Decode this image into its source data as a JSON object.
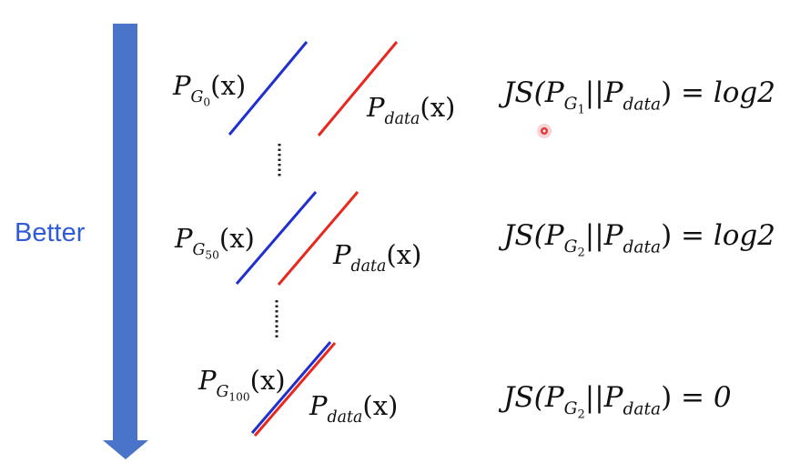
{
  "arrow_label": "Better",
  "stages": [
    {
      "generator_label": {
        "P": "P",
        "G": "G",
        "sub": "0",
        "arg": "(x)"
      },
      "data_label": {
        "P": "P",
        "sub": "data",
        "arg": "(x)"
      },
      "divergence": {
        "prefix": "JS(",
        "P1": "P",
        "G": "G",
        "sub": "1",
        "sep": "||",
        "P2": "P",
        "data": "data",
        "suffix": ") = ",
        "value": "log2"
      }
    },
    {
      "generator_label": {
        "P": "P",
        "G": "G",
        "sub": "50",
        "arg": "(x)"
      },
      "data_label": {
        "P": "P",
        "sub": "data",
        "arg": "(x)"
      },
      "divergence": {
        "prefix": "JS(",
        "P1": "P",
        "G": "G",
        "sub": "2",
        "sep": "||",
        "P2": "P",
        "data": "data",
        "suffix": ") = ",
        "value": "log2"
      }
    },
    {
      "generator_label": {
        "P": "P",
        "G": "G",
        "sub": "100",
        "arg": "(x)"
      },
      "data_label": {
        "P": "P",
        "sub": "data",
        "arg": "(x)"
      },
      "divergence": {
        "prefix": "JS(",
        "P1": "P",
        "G": "G",
        "sub": "2",
        "sep": "||",
        "P2": "P",
        "data": "data",
        "suffix": ") = ",
        "value": "0"
      }
    }
  ],
  "colors": {
    "generator_line": "#1f2fd0",
    "data_line": "#e8281e",
    "arrow": "#4a74c9",
    "arrow_label": "#2f5bd6",
    "pointer_dot": "#e23a3a"
  }
}
